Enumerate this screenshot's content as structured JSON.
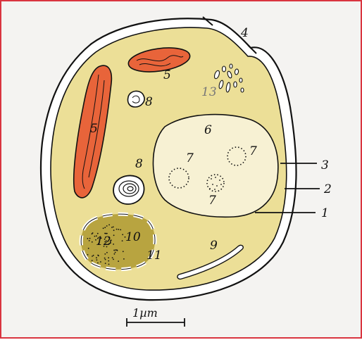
{
  "labels": {
    "l1": "1",
    "l2": "2",
    "l3": "3",
    "l4": "4",
    "l5a": "5",
    "l5b": "5",
    "l6": "6",
    "l7a": "7",
    "l7b": "7",
    "l7c": "7",
    "l8a": "8",
    "l8b": "8",
    "l9": "9",
    "l10": "10",
    "l11": "11",
    "l12": "12",
    "l13": "13"
  },
  "scale_bar": {
    "label": "1µm"
  },
  "colors": {
    "frame_border": "#d9343f",
    "background": "#f4f3f1",
    "cytoplasm": "#ecdf97",
    "nucleus": "#f7f1d3",
    "mitochondria": "#e8643a",
    "vacuole": "#b8a440"
  }
}
